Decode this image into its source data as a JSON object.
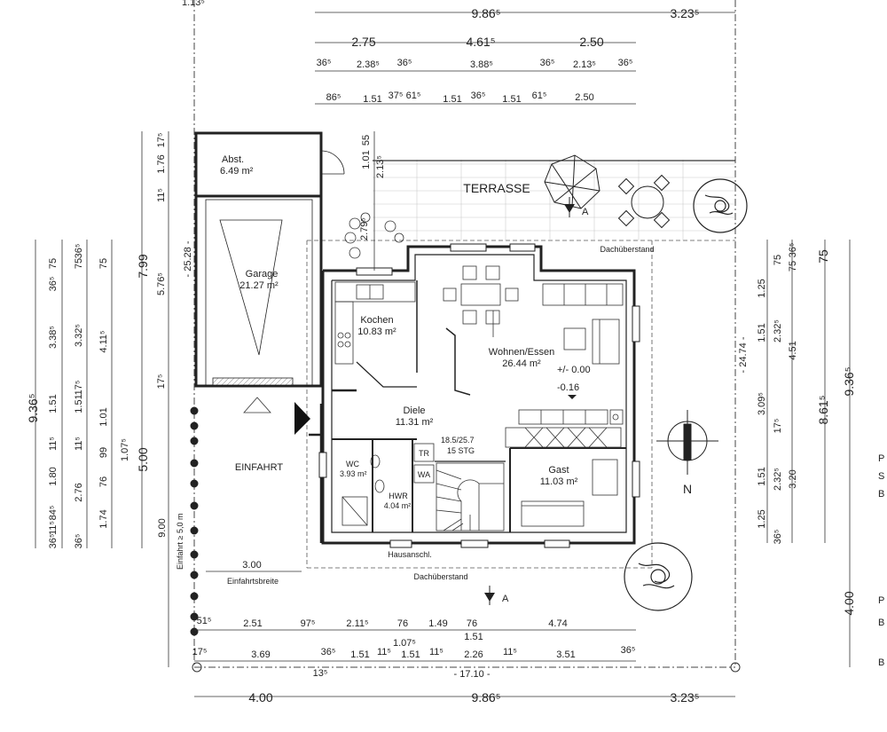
{
  "rooms": {
    "abst": {
      "name": "Abst.",
      "area": "6.49 m²"
    },
    "garage": {
      "name": "Garage",
      "area": "21.27 m²"
    },
    "kochen": {
      "name": "Kochen",
      "area": "10.83 m²"
    },
    "wohnen": {
      "name": "Wohnen/Essen",
      "area": "26.44 m²"
    },
    "diele": {
      "name": "Diele",
      "area": "11.31 m²"
    },
    "wc": {
      "name": "WC",
      "area": "3.93 m²"
    },
    "hwr": {
      "name": "HWR",
      "area": "4.04 m²"
    },
    "gast": {
      "name": "Gast",
      "area": "11.03 m²"
    }
  },
  "labels": {
    "terrasse": "TERRASSE",
    "einfahrt": "EINFAHRT",
    "dachueberstand_top": "Dachüberstand",
    "dachueberstand_bottom": "Dachüberstand",
    "hausanschl": "Hausanschl.",
    "einfahrtsbreite": "Einfahrtsbreite",
    "einfahrt_min": "Einfahrt ≥ 5,0 m",
    "stairs": "18.5/25.7",
    "stairs2": "15 STG",
    "tr": "TR",
    "wa": "WA",
    "level1": "+/- 0.00",
    "level2": "-0.16",
    "section_a_top": "A",
    "section_a_bottom": "A",
    "north": "N",
    "dim_17_10": "- 17.10 -",
    "dim_25_28": "- 25.28 -",
    "dim_24_74": "- 24.74 -",
    "dim_3_00": "3.00",
    "dim_9_00": "9.00",
    "dim_4_00_right": "4.00",
    "dim_8_61": "8.61⁵",
    "dim_9_36_right": "9.36⁵",
    "dim_7_99": "7.99",
    "dim_5_00": "5.00",
    "dim_9_36_left": "9.36⁵",
    "dim_1_13": "1.13⁵"
  },
  "top_dims": {
    "row1": [
      "9.86⁵",
      "3.23⁵"
    ],
    "row2": [
      "2.75",
      "4.61⁵",
      "2.50"
    ],
    "row3": [
      "36⁵",
      "2.38⁵",
      "36⁵",
      "3.88⁵",
      "36⁵",
      "2.13⁵",
      "36⁵"
    ],
    "row4": [
      "86⁵",
      "1.51",
      "37⁵",
      "61⁵",
      "1.51",
      "36⁵",
      "1.51",
      "61⁵",
      "2.50"
    ]
  },
  "bottom_dims": {
    "row1": [
      "51⁵",
      "2.51",
      "97⁵",
      "2.11⁵",
      "76",
      "1.49",
      "76",
      "4.74"
    ],
    "row1b": [
      "1.07⁵",
      "1.51"
    ],
    "row2": [
      "17⁵",
      "3.69",
      "36⁵",
      "1.51",
      "11⁵",
      "1.51",
      "11⁵",
      "2.26",
      "11⁵",
      "3.51",
      "36⁵"
    ],
    "row2b": [
      "13⁵"
    ],
    "row3": [
      "4.00",
      "9.86⁵",
      "3.23⁵"
    ]
  },
  "right_dims": {
    "col1": [
      "1.25",
      "1.51",
      "3.09⁵",
      "1.51",
      "1.25"
    ],
    "col2": [
      "75",
      "2.32⁵",
      "17⁵",
      "2.32⁵",
      "36⁵"
    ],
    "col3": [
      "36⁵",
      "4.51",
      "3.20",
      "75"
    ],
    "top_75": "75"
  },
  "left_dims": {
    "col1": [
      "36⁵",
      "75",
      "3.38⁵",
      "1.51",
      "11⁵",
      "1.80",
      "84⁵",
      "11⁵",
      "36⁵"
    ],
    "col2": [
      "75",
      "36⁵",
      "3.32⁵",
      "1.51",
      "17⁵",
      "11⁵",
      "2.76",
      "36⁵"
    ],
    "col3": [
      "75",
      "4.11⁵",
      "1.01",
      "99",
      "76",
      "1.74"
    ],
    "col4": [
      "1.07⁵"
    ],
    "garage_col": [
      "17⁵",
      "1.76",
      "11⁵",
      "5.76⁵",
      "17⁵"
    ],
    "kitchen_col": [
      "1.01",
      "55",
      "2.13⁵",
      "2.79⁵"
    ]
  },
  "edge_letters": [
    "P",
    "S",
    "B",
    "P",
    "B",
    "B"
  ]
}
